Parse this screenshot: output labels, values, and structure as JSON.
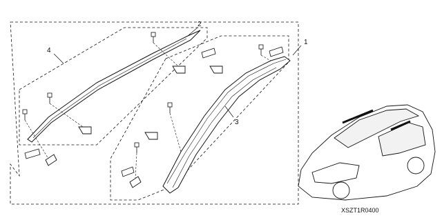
{
  "diagram": {
    "callouts": [
      {
        "id": "1",
        "label": "1"
      },
      {
        "id": "2",
        "label": "2"
      },
      {
        "id": "3",
        "label": "3"
      },
      {
        "id": "4",
        "label": "4"
      }
    ],
    "diagram_code": "XSZT1R0400"
  },
  "colors": {
    "line": "#111111",
    "fill": "#ffffff",
    "light_fill": "#f2f2f2"
  }
}
